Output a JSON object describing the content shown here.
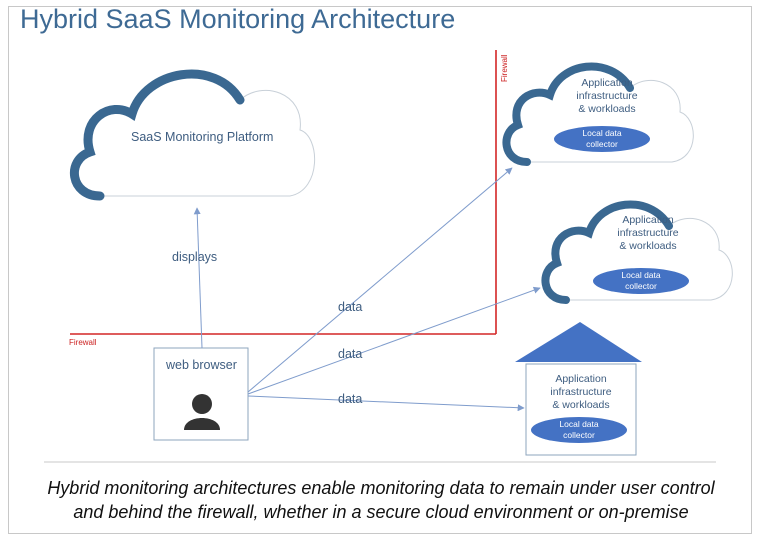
{
  "title": "Hybrid SaaS Monitoring Architecture",
  "saas_platform": {
    "label": "SaaS Monitoring Platform"
  },
  "cloud1": {
    "line1": "Application",
    "line2": "infrastructure",
    "line3": "& workloads",
    "collector1": "Local data",
    "collector2": "collector"
  },
  "cloud2": {
    "line1": "Application",
    "line2": "infrastructure",
    "line3": "& workloads",
    "collector1": "Local data",
    "collector2": "collector"
  },
  "onprem": {
    "line1": "Application",
    "line2": "infrastructure",
    "line3": "& workloads",
    "collector1": "Local data",
    "collector2": "collector"
  },
  "browser": {
    "label": "web browser"
  },
  "edges": {
    "displays": "displays",
    "data1": "data",
    "data2": "data",
    "data3": "data"
  },
  "firewall": {
    "vertical": "Firewall",
    "horizontal": "Firewall"
  },
  "caption": {
    "line1": "Hybrid monitoring architectures enable monitoring data to remain under user control",
    "line2": "and behind the firewall, whether in a secure cloud environment or on-premise"
  },
  "colors": {
    "cloud_stroke": "#3a6891",
    "collector_fill": "#4472c4",
    "firewall": "#d32626",
    "arrow": "#7f9ccc"
  }
}
